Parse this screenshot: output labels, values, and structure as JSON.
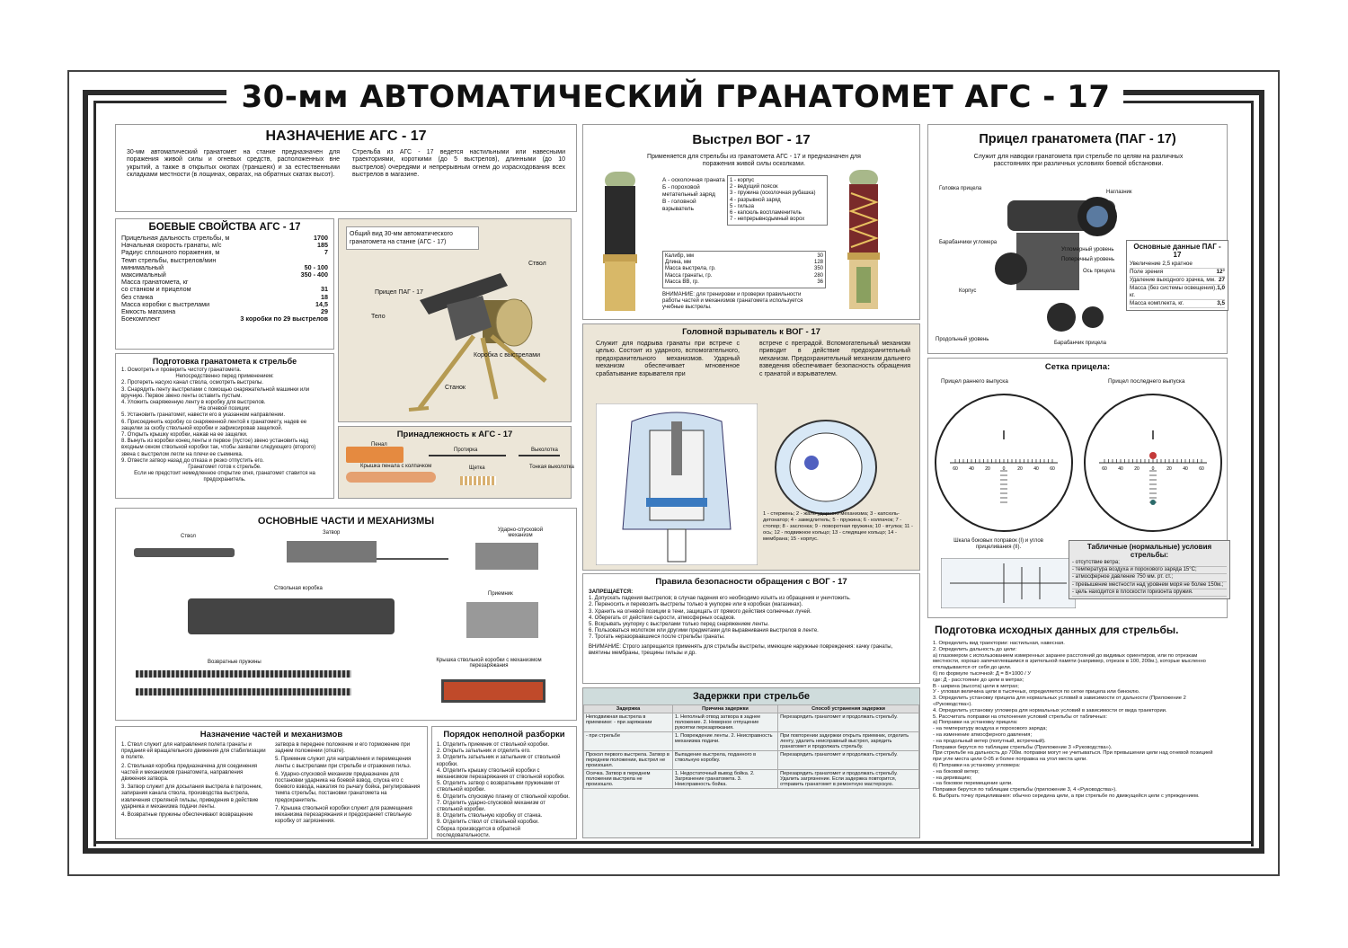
{
  "title": "30-мм АВТОМАТИЧЕСКИЙ ГРАНАТОМЕТ АГС - 17",
  "purpose": {
    "heading": "НАЗНАЧЕНИЕ АГС - 17",
    "text_left": "30-мм автоматический гранатомет на станке предназначен для поражения живой силы и огневых средств, расположенных вне укрытий, а также в открытых окопах (траншеях) и за естественными складками местности (в лощинах, оврагах, на обратных скатах высот).",
    "text_right": "Стрельба из АГС - 17 ведется настильными или навесными траекториями, короткими (до 5 выстрелов), длинными (до 10 выстрелов) очередями и непрерывным огнем до израсходования всех выстрелов в магазине."
  },
  "combat": {
    "heading": "БОЕВЫЕ СВОЙСТВА АГС - 17",
    "rows": [
      {
        "k": "Прицельная дальность стрельбы, м",
        "v": "1700"
      },
      {
        "k": "Начальная скорость гранаты, м/с",
        "v": "185"
      },
      {
        "k": "Радиус сплошного поражения, м",
        "v": "7"
      },
      {
        "k": "Темп стрельбы, выстрелов/мин",
        "v": ""
      },
      {
        "k": "минимальный",
        "v": "50 - 100"
      },
      {
        "k": "максимальный",
        "v": "350 - 400"
      },
      {
        "k": "Масса гранатомета, кг",
        "v": ""
      },
      {
        "k": "со станком и прицелом",
        "v": "31"
      },
      {
        "k": "без станка",
        "v": "18"
      },
      {
        "k": "Масса коробки с выстрелами",
        "v": "14,5"
      },
      {
        "k": "Емкость магазина",
        "v": "29"
      },
      {
        "k": "Боекомплект",
        "v": "3 коробки по 29 выстрелов"
      }
    ]
  },
  "prep": {
    "heading": "Подготовка гранатомета к стрельбе",
    "lines": [
      "1. Осмотреть и проверить чистоту гранатомета.",
      "Непосредственно перед применением:",
      "2. Протереть насухо канал ствола, осмотреть выстрелы.",
      "3. Снарядить ленту выстрелами с помощью снаряжательной машинки или вручную. Первое звено ленты оставить пустым.",
      "4. Уложить снаряженную ленту в коробку для выстрелов.",
      "На огневой позиции:",
      "5. Установить гранатомет, навести его в указанном направлении.",
      "6. Присоединить коробку со снаряженной лентой к гранатомету, надев ее защелки за скобу ствольной коробки и зафиксировав защелкой.",
      "7. Открыть крышку коробки, нажав на ее защелки.",
      "8. Вынуть из коробки конец ленты и первое (пустое) звено установить над входным окном ствольной коробки так, чтобы захватки следующего (второго) звена с выстрелом легли на плечи ее съемника.",
      "9. Отвести затвор назад до отказа и резко отпустить его.",
      "Гранатомет готов к стрельбе.",
      "Если не предстоит немедленное открытие огня, гранатомет ставится на предохранитель."
    ]
  },
  "general": {
    "caption": "Общий вид 30-мм автоматического гранатомета на станке (АГС - 17)",
    "labels": {
      "barrel": "Ствол",
      "sight": "Прицел ПАГ - 17",
      "body": "Тело",
      "box": "Коробка с выстрелами",
      "stand": "Станок"
    }
  },
  "access": {
    "heading": "Принадлежность к АГС - 17",
    "labels": {
      "case": "Пенал",
      "wiper": "Протирка",
      "driver": "Выколотка",
      "cap": "Крышка пенала с колпачком",
      "brush": "Щетка",
      "tip": "Тонкая выколотка"
    }
  },
  "parts": {
    "heading": "ОСНОВНЫЕ ЧАСТИ И МЕХАНИЗМЫ",
    "labels": {
      "barrel": "Ствол",
      "bolt": "Затвор",
      "trigger": "Ударно-спусковой механизм",
      "receiver": "Ствольная коробка",
      "receiver2": "Приемник",
      "springs": "Возвратные пружины",
      "cover": "Крышка ствольной коробки с механизмом перезаряжания"
    }
  },
  "purpose_parts": {
    "heading": "Назначение частей и механизмов",
    "left": [
      "1. Ствол служит для направления полета гранаты и придания ей вращательного движения для стабилизации в полете.",
      "2. Ствольная коробка предназначена для соединения частей и механизмов гранатомета, направления движения затвора.",
      "3. Затвор служит для досылания выстрела в патронник, запирания канала ствола, производства выстрела, извлечения стреляной гильзы, приведения в действие ударника и механизма подачи ленты.",
      "4. Возвратные пружины обеспечивают возвращение"
    ],
    "right": [
      "затвора в переднее положение и его торможение при заднем положении (откате).",
      "5. Приемник служит для направления и перемещения ленты с выстрелами при стрельбе и отражения гильз.",
      "6. Ударно-спусковой механизм предназначен для постановки ударника на боевой взвод, спуска его с боевого взвода, нажатия по рычагу бойка, регулирования темпа стрельбы, постановки гранатомета на предохранитель.",
      "7. Крышка ствольной коробки служит для размещения механизма перезаряжания и предохраняет ствольную коробку от загрязнения."
    ]
  },
  "disassembly": {
    "heading": "Порядок неполной разборки",
    "lines": [
      "1. Отделить приемник от ствольной коробки.",
      "2. Открыть затыльник и отделить его.",
      "3. Отделить затыльник и затыльник от ствольной коробки.",
      "4. Отделить крышку ствольной коробки с механизмом перезаряжания от ствольной коробки.",
      "5. Отделить затвор с возвратными пружинами от ствольной коробки.",
      "6. Отделить спусковую планку от ствольной коробки.",
      "7. Отделить ударно-спусковой механизм от ствольной коробки.",
      "8. Отделить ствольную коробку от станка.",
      "9. Отделить ствол от ствольной коробки.",
      "Сборка производится в обратной последовательности."
    ]
  },
  "vog": {
    "heading": "Выстрел ВОГ - 17",
    "intro": "Применяется для стрельбы из гранатомета АГС - 17 и предназначен для поражения живой силы осколками.",
    "parts_left": "А - осколочная граната\nБ - пороховой метательный заряд\nВ - головной взрыватель",
    "parts_right": [
      "1 - корпус",
      "2 - ведущий поясок",
      "3 - пружина (осколочная рубашка)",
      "4 - разрывной заряд",
      "5 - гильза",
      "6 - капсюль воспламенитель",
      "7 - непрерывнодымный ворох"
    ],
    "specs": [
      {
        "k": "Калибр, мм",
        "v": "30"
      },
      {
        "k": "Длина, мм",
        "v": "128"
      },
      {
        "k": "Масса выстрела, гр.",
        "v": "350"
      },
      {
        "k": "Масса гранаты, гр.",
        "v": "280"
      },
      {
        "k": "Масса ВВ, гр.",
        "v": "36"
      }
    ],
    "attention": "ВНИМАНИЕ: для тренировки и проверки правильности работы частей и механизмов гранатомета используется учебные выстрелы."
  },
  "fuse": {
    "heading": "Головной взрыватель к ВОГ - 17",
    "left": "Служит для подрыва гранаты при встрече с целью. Состоит из ударного, вспомогательного, предохранительного механизмов. Ударный механизм обеспечивает мгновенное срабатывание взрывателя при",
    "right": "встрече с преградой. Вспомогательный механизм приводит в действие предохранительный механизм. Предохранительный механизм дальнего взведения обеспечивает безопасность обращения с гранатой и взрывателем.",
    "legend": "1 - стержень; 2 - жало ударного механизма; 3 - капсюль-детонатор; 4 - замедлитель; 5 - пружина; 6 - колпачок; 7 - стопор; 8 - заслонка; 9 - поворотная пружина; 10 - втулка; 11 - ось; 12 - подвижное кольцо; 13 - следящее кольцо; 14 - мембрана; 15 - корпус."
  },
  "safety": {
    "heading": "Правила безопасности обращения с ВОГ - 17",
    "forbidden": "ЗАПРЕЩАЕТСЯ:",
    "lines": [
      "1. Допускать падения выстрелов; в случае падения его необходимо изъять из обращения и уничтожить.",
      "2. Переносить и перевозить выстрелы только в укупорке или в коробках (магазинах).",
      "3. Хранить на огневой позиции в тени, защищать от прямого действия солнечных лучей.",
      "4. Оберегать от действия сырости, атмосферных осадков.",
      "5. Вскрывать укупорку с выстрелами только перед снаряжением ленты.",
      "6. Пользоваться молотком или другими предметами для выравнивания выстрелов в ленте.",
      "7. Трогать неразорвавшиеся после стрельбы гранаты."
    ],
    "attention": "ВНИМАНИЕ: Строго запрещается применять для стрельбы выстрелы, имеющие наружные повреждения: качку гранаты, вмятины мембраны, трещины гильзы и др."
  },
  "delays": {
    "heading": "Задержки при стрельбе",
    "cols": [
      "Задержка",
      "Причина задержки",
      "Способ устранения задержки"
    ],
    "rows": [
      [
        "Неподвижная выстрела в приемнике: - при заряжании",
        "1. Неполный отвод затвора в заднее положение. 2. Неверное отпущение рукоятки перезаряжания.",
        "Перезарядить гранатомет и продолжать стрельбу."
      ],
      [
        "- при стрельбе",
        "1. Повреждение ленты. 2. Неисправность механизма подачи.",
        "При повторении задержки открыть приемник, отделить ленту, удалить неисправный выстрел, зарядить гранатомет и продолжать стрельбу."
      ],
      [
        "Прокол первого выстрела. Затвор в переднем положении, выстрел не произошел.",
        "Выпадение выстрела, поданного в ствольную коробку.",
        "Перезарядить гранатомет и продолжать стрельбу."
      ],
      [
        "Осечка. Затвор в переднем положении выстрела не произошло.",
        "1. Недостаточный вывод бойка. 2. Загрязнение гранатомета. 3. Неисправность бойка.",
        "Перезарядить гранатомет и продолжать стрельбу. Удалить загрязнение. Если задержка повторится, отправить гранатомет в ремонтную мастерскую."
      ]
    ]
  },
  "sight": {
    "heading": "Прицел гранатомета (ПАГ - 17)",
    "intro": "Служит для наводки гранатомета при стрельбе по целям на различных расстояниях при различных условиях боевой обстановки.",
    "labels": {
      "head": "Головка прицела",
      "eyepiece": "Наглазник",
      "drums": "Барабанчики угломера",
      "level": "Угломерный уровень",
      "cross": "Поперечный уровень",
      "axis": "Ось прицела",
      "body": "Корпус",
      "long": "Продольный уровень",
      "drum2": "Барабанчик прицела"
    },
    "basics_heading": "Основные данные ПАГ - 17",
    "basics": [
      {
        "k": "Увеличение 2,5 кратное",
        "v": ""
      },
      {
        "k": "Поле зрения",
        "v": "12°"
      },
      {
        "k": "Удаление выходного зрачка, мм.",
        "v": "27"
      },
      {
        "k": "Масса (без системы освещения), кг.",
        "v": "1,0"
      },
      {
        "k": "Масса комплекта, кг.",
        "v": "3,5"
      }
    ]
  },
  "reticle": {
    "heading": "Сетка прицела:",
    "early": "Прицел раннего выпуска",
    "late": "Прицел последнего выпуска",
    "scale_nums": [
      "60",
      "40",
      "20",
      "0",
      "20",
      "40",
      "60"
    ],
    "scale_caption": "Шкала боковых поправок (I) и углов прицеливания (II).",
    "norm_heading": "Табличные (нормальные) условия стрельбы:",
    "norm": [
      "- отсутствие ветра;",
      "- температура воздуха и порохового заряда 15°С;",
      "- атмосферное давление 750 мм. рт. ст.;",
      "- превышение местности над уровнем моря не более 150м.;",
      "- цель находится в плоскости горизонта оружия."
    ]
  },
  "data_prep": {
    "heading": "Подготовка исходных данных для стрельбы.",
    "lines": [
      "1. Определить вид траектории: настильная, навесная.",
      "2. Определить дальность до цели:",
      "а) глазомером с использованием измеренных заранее расстояний до видимых ориентиров, или по отрезкам местности, хорошо запечатлевшимся в зрительной памяти (например, отрезок в 100, 200м.), которые мысленно откладываются от себя до цели.",
      "б) по формуле тысячной: Д = В×1000 / У",
      "где:  Д - расстояние до цели в метрах;",
      "В - ширина (высота) цели в метрах;",
      "У - угловая величина цели в тысячных, определяется по сетке прицела или биноклю.",
      "3. Определить установку прицела для нормальных условий в зависимости от дальности (Приложение 2 «Руководства»).",
      "4. Определить установку угломера для нормальных условий в зависимости от вида траектории.",
      "5. Рассчитать поправки на отклонения условий стрельбы от табличных:",
      "а) Поправки на установку прицела:",
      "- на температуру воздуха и порохового заряда;",
      "- на изменение атмосферного давления;",
      "- на продольный ветер (попутный, встречный).",
      "Поправки берутся по таблицам стрельбы (Приложение 3 «Руководства»).",
      "При стрельбе на дальность до 700м. поправки могут не учитываться. При превышении цели над огневой позицией при угле места цели 0-05 и более поправка на угол места цели.",
      "б) Поправки на установку угломера:",
      "- на боковой ветер;",
      "- на деривацию;",
      "- на боковое перемещение цели.",
      "Поправки берутся по таблицам стрельбы (приложение 3, 4 «Руководства»).",
      "6. Выбрать точку прицеливания: обычно середина цели, а при стрельбе по движущейся цели с упреждением."
    ]
  }
}
